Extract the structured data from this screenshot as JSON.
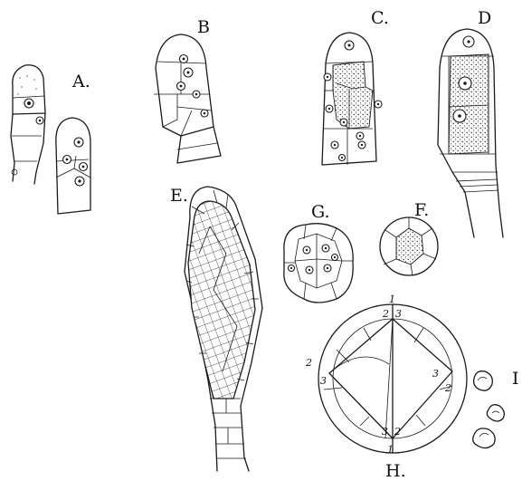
{
  "figure_labels": {
    "A": "A.",
    "B": "B",
    "C": "C.",
    "D": "D",
    "E": "E.",
    "F": "F.",
    "G": "G.",
    "H": "H.",
    "I": "I"
  },
  "diagram_H_numbers": {
    "top_1": "1",
    "top_2": "2",
    "top_3": "3",
    "left_2": "2",
    "left_3": "3",
    "right_3": "3",
    "right_2": "2",
    "bottom_3": "3",
    "bottom_2": "2",
    "bottom_1": "1"
  }
}
